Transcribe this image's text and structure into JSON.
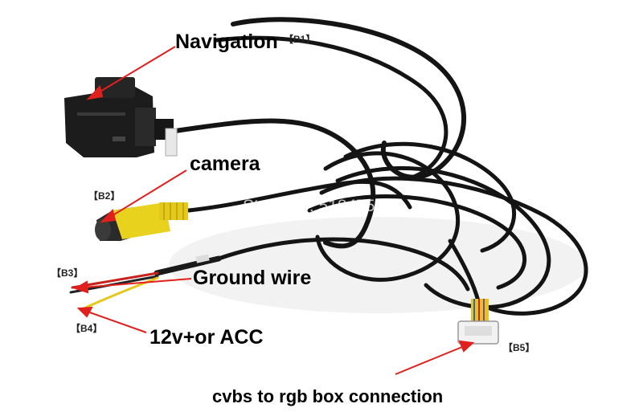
{
  "labels": {
    "navigation": "Navigation",
    "camera": "camera",
    "ground_wire": "Ground wire",
    "power": "12v+or ACC",
    "connection": "cvbs to rgb box connection"
  },
  "tags": {
    "b1": "【B1】",
    "b2": "【B2】",
    "b3": "【B3】",
    "b4": "【B4】",
    "b5": "【B5】"
  },
  "watermark": "Store No: 518475",
  "colors": {
    "cable": "#141414",
    "rca_yellow": "#e8d21e",
    "arrow_red": "#e0201c",
    "wire_red": "#c8201c",
    "wire_yellow": "#e6c81c"
  }
}
